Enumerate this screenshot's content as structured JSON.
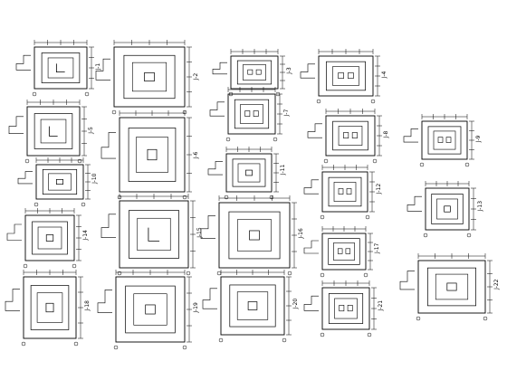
{
  "sheet": {
    "title": "",
    "line_color": "#000000",
    "background": "#ffffff",
    "details": [
      {
        "id": "d01",
        "label": "J-1"
      },
      {
        "id": "d02",
        "label": "J-2"
      },
      {
        "id": "d03",
        "label": "J-3"
      },
      {
        "id": "d04",
        "label": "J-4"
      },
      {
        "id": "d05",
        "label": "J-5"
      },
      {
        "id": "d06",
        "label": "J-6"
      },
      {
        "id": "d07",
        "label": "J-7"
      },
      {
        "id": "d08",
        "label": "J-8"
      },
      {
        "id": "d09",
        "label": "J-9"
      },
      {
        "id": "d10",
        "label": "J-10"
      },
      {
        "id": "d11",
        "label": "J-11"
      },
      {
        "id": "d12",
        "label": "J-12"
      },
      {
        "id": "d13",
        "label": "J-13"
      },
      {
        "id": "d14",
        "label": "J-14"
      },
      {
        "id": "d15",
        "label": "J-15"
      },
      {
        "id": "d16",
        "label": "J-16"
      },
      {
        "id": "d17",
        "label": "J-17"
      },
      {
        "id": "d18",
        "label": "J-18"
      },
      {
        "id": "d19",
        "label": "J-19"
      },
      {
        "id": "d20",
        "label": "J-20"
      },
      {
        "id": "d21",
        "label": "J-21"
      },
      {
        "id": "d22",
        "label": "J-22"
      }
    ]
  }
}
